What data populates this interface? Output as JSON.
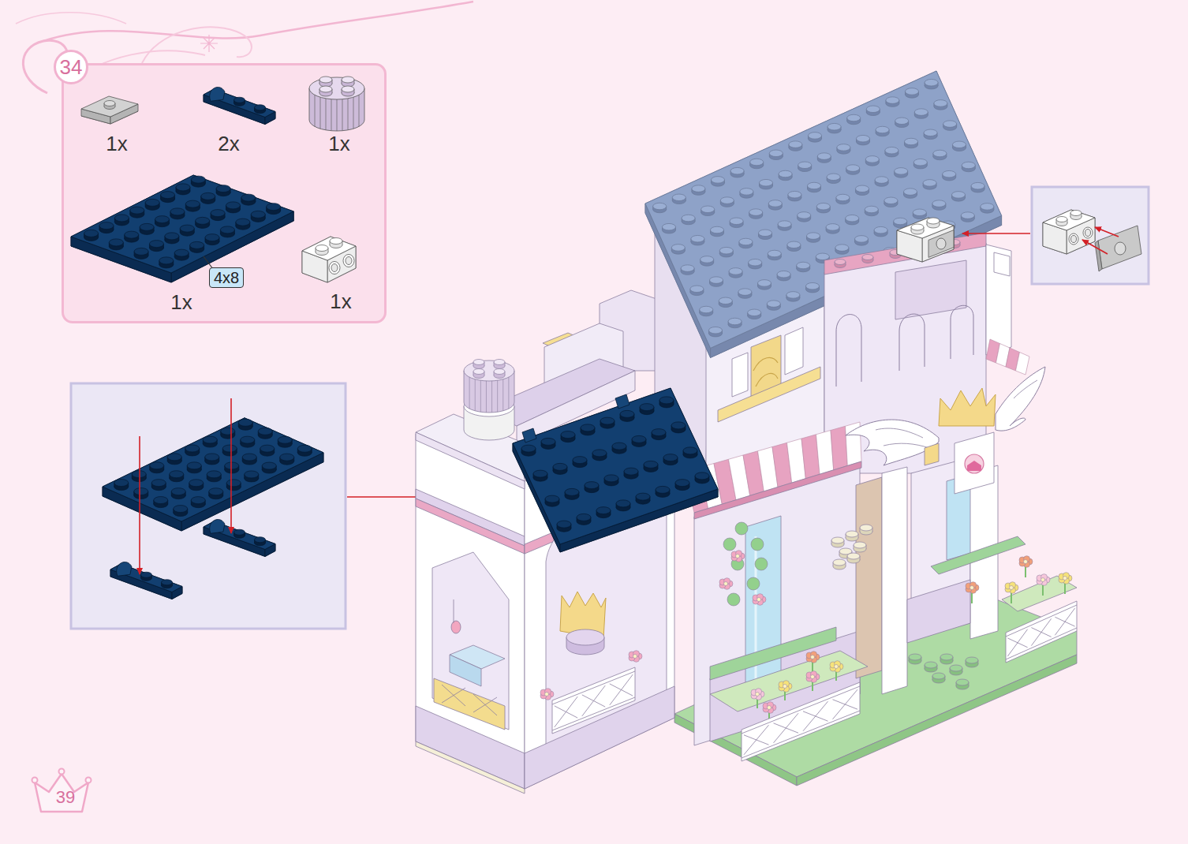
{
  "diagram": {
    "nodes": [
      {
        "text": [
          "34"
        ]
      },
      {
        "text": [
          "1x",
          "2x",
          "1x",
          "1x",
          "1x"
        ]
      },
      {
        "text": [
          "4x8"
        ],
        "in": 1
      },
      {
        "text": [
          "39"
        ]
      }
    ]
  }
}
